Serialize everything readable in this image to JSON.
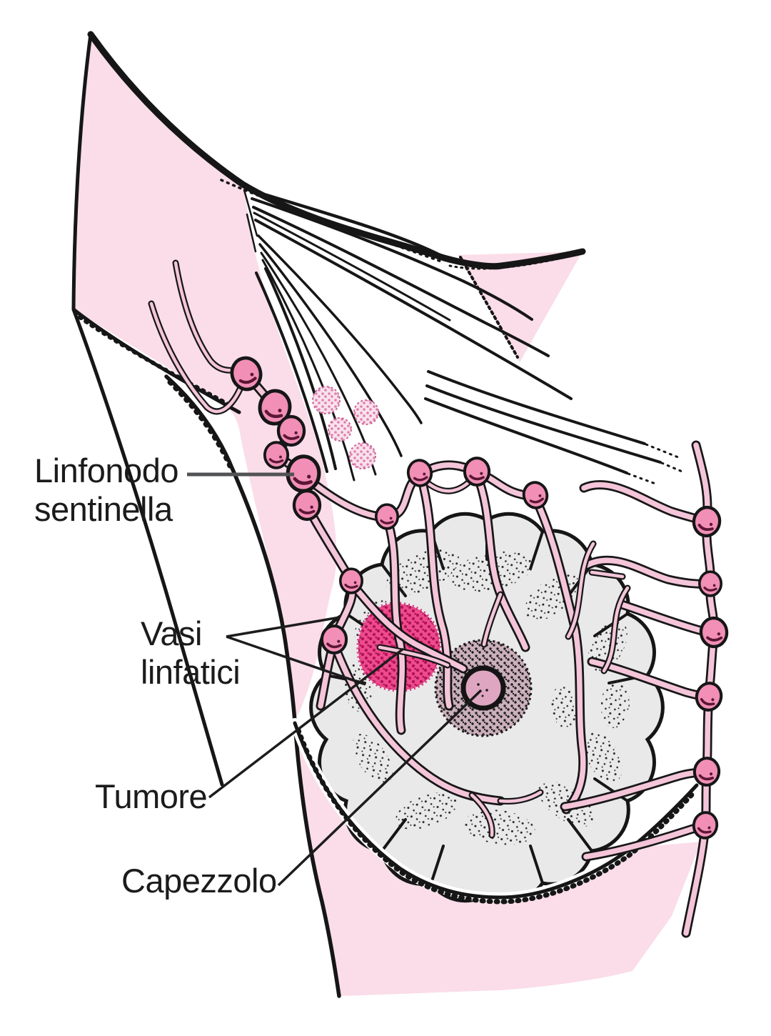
{
  "illustration": {
    "labels": {
      "sentinel_node_line1": "Linfonodo",
      "sentinel_node_line2": "sentinella",
      "lymph_vessels_line1": "Vasi",
      "lymph_vessels_line2": "linfatici",
      "tumor": "Tumore",
      "nipple": "Capezzolo"
    },
    "colors": {
      "skin_pink": "#FADDE9",
      "vessel_pink": "#F4C5D9",
      "lymph_node_pink": "#F18FB6",
      "tumor_pink": "#EE4B8C",
      "tumor_stipple": "#B51357",
      "gland_grey": "#EAE9E9",
      "areola_mauve": "#CBAFBB",
      "nipple_pink": "#DFA6C1",
      "outline_black": "#161616",
      "leader_grey": "#515254",
      "text": "#1B1B1B"
    }
  }
}
